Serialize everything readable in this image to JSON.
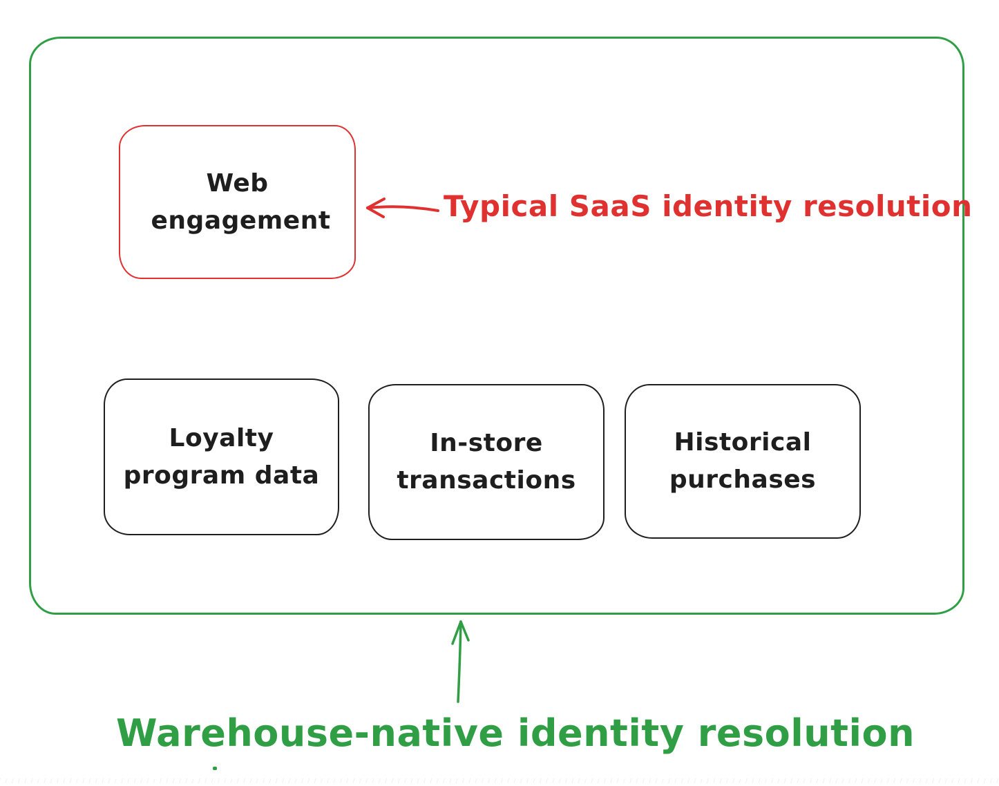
{
  "colors": {
    "green": "#2f9e44",
    "red": "#e03131",
    "ink": "#1e1e1e",
    "background": "#ffffff"
  },
  "boxes": [
    {
      "id": "web-engagement",
      "label": "Web engagement",
      "border_color": "#e03131"
    },
    {
      "id": "loyalty-program-data",
      "label": "Loyalty program data",
      "border_color": "#1e1e1e"
    },
    {
      "id": "in-store-transactions",
      "label": "In-store transactions",
      "border_color": "#1e1e1e"
    },
    {
      "id": "historical-purchases",
      "label": "Historical purchases",
      "border_color": "#1e1e1e"
    }
  ],
  "annotations": [
    {
      "id": "saas",
      "label": "Typical SaaS identity resolution",
      "color": "#e03131",
      "arrow_direction": "left",
      "points_to": "web-engagement"
    },
    {
      "id": "warehouse",
      "label": "Warehouse-native identity resolution",
      "color": "#2f9e44",
      "arrow_direction": "up",
      "points_to": "warehouse-boundary"
    }
  ]
}
